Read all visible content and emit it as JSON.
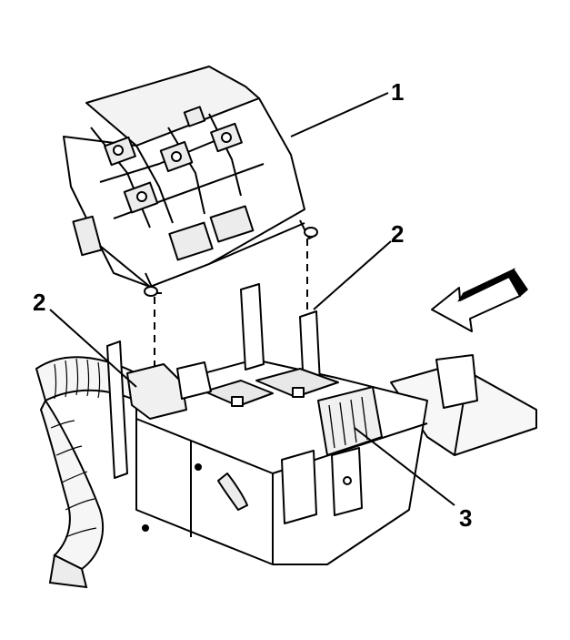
{
  "diagram": {
    "callouts": [
      {
        "id": "c1",
        "label": "1"
      },
      {
        "id": "c2a",
        "label": "2"
      },
      {
        "id": "c2b",
        "label": "2"
      },
      {
        "id": "c3",
        "label": "3"
      }
    ],
    "icons": [
      "direction-arrow-icon"
    ],
    "colors": {
      "line": "#000000",
      "background": "#ffffff",
      "shade": "#e8e8e8"
    }
  }
}
